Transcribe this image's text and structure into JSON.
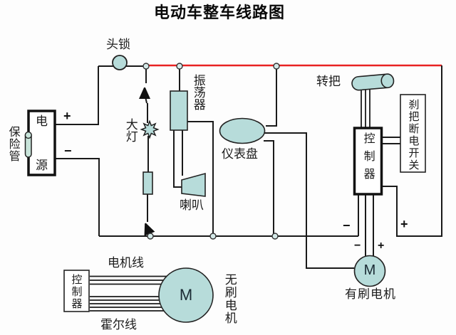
{
  "title": "电动车整车线路图",
  "colors": {
    "wire": "#1a1a1a",
    "live_wire_red": "#e82222",
    "component_fill": "#b7dcda",
    "fuse_fill": "#c8e4da",
    "box_border": "#111111"
  },
  "components": {
    "fuse": {
      "label": "保险管"
    },
    "power": {
      "chars": [
        "电",
        "源"
      ],
      "plus": "+",
      "minus": "−"
    },
    "head_lock": {
      "label": "头锁"
    },
    "headlight": {
      "label": "大灯"
    },
    "oscillator": {
      "label": "振荡器"
    },
    "horn": {
      "label": "喇叭"
    },
    "dashboard": {
      "label": "仪表盘"
    },
    "throttle": {
      "label": "转把"
    },
    "main_controller": {
      "label": "控制器"
    },
    "brake_switch": {
      "label": "刹把断电开关"
    },
    "battery_feed": {
      "minus": "−",
      "plus": "+"
    },
    "brushed_motor": {
      "label": "有刷电机",
      "symbol": "M",
      "minus": "−",
      "plus": "+"
    },
    "brushless_controller": {
      "label": "控制器"
    },
    "motor_wires": {
      "label": "电机线"
    },
    "hall_wires": {
      "label": "霍尔线"
    },
    "brushless_motor": {
      "label": "无刷电机",
      "symbol": "M"
    }
  }
}
